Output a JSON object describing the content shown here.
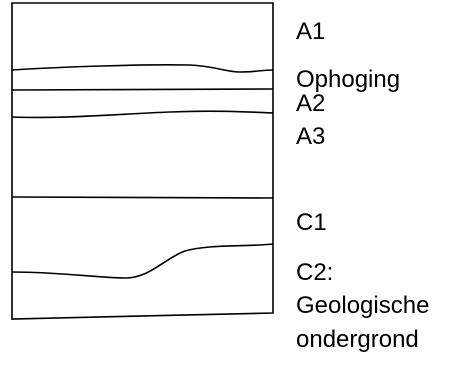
{
  "diagram": {
    "line_color": "#000000",
    "background": "#ffffff",
    "horizons": [
      {
        "id": "a1",
        "label": "A1"
      },
      {
        "id": "ophoging",
        "label": "Ophoging"
      },
      {
        "id": "a2",
        "label": "A2"
      },
      {
        "id": "a3",
        "label": "A3"
      },
      {
        "id": "c1",
        "label": "C1"
      },
      {
        "id": "c2",
        "label": "C2:"
      }
    ],
    "c2_description": [
      "Geologische",
      "ondergrond"
    ]
  }
}
